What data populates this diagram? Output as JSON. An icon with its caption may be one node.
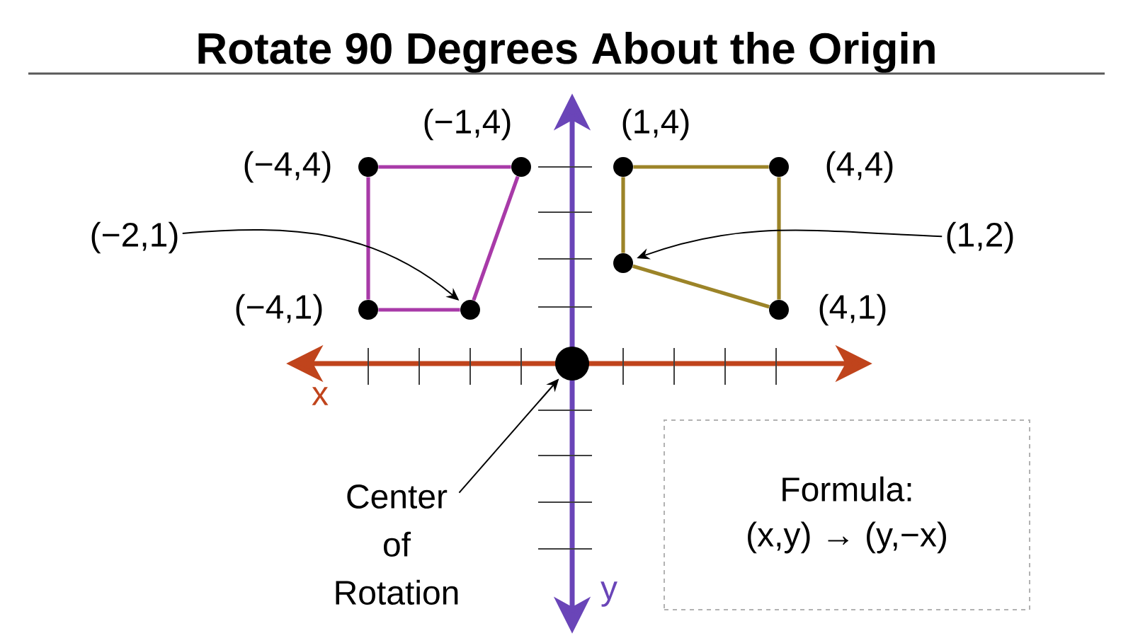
{
  "diagram": {
    "title": "Rotate 90 Degrees About the Origin",
    "nodes": [
      {
        "text": [],
        "shape": "circle",
        "beside": [
          "(−4,4)"
        ]
      },
      {
        "text": [],
        "shape": "circle",
        "beside": [
          "(−1,4)"
        ]
      },
      {
        "text": [],
        "shape": "circle"
      },
      {
        "text": [],
        "shape": "circle",
        "beside": [
          "(−4,1)"
        ]
      },
      {
        "text": [],
        "shape": "circle",
        "beside": [
          "(1,4)"
        ]
      },
      {
        "text": [],
        "shape": "circle",
        "beside": [
          "(4,4)"
        ]
      },
      {
        "text": [],
        "shape": "circle"
      },
      {
        "text": [],
        "shape": "circle",
        "beside": [
          "(4,1)"
        ]
      },
      {
        "text": [
          "(−2,1)"
        ]
      },
      {
        "text": [
          "(1,2)"
        ]
      },
      {
        "text": [],
        "shape": "circle"
      },
      {
        "text": [
          "Center of Rotation"
        ]
      },
      {
        "text": [
          "Formula:",
          "(x,y) → (y,−x)"
        ]
      }
    ],
    "edges": [
      {
        "from": 0,
        "to": 1,
        "arrow": "none",
        "color": "#a83aa8"
      },
      {
        "from": 1,
        "to": 2,
        "arrow": "none",
        "color": "#a83aa8"
      },
      {
        "from": 2,
        "to": 3,
        "arrow": "none",
        "color": "#a83aa8"
      },
      {
        "from": 3,
        "to": 0,
        "arrow": "none",
        "color": "#a83aa8"
      },
      {
        "from": 4,
        "to": 5,
        "arrow": "none",
        "color": "#9c8428"
      },
      {
        "from": 5,
        "to": 7,
        "arrow": "none",
        "color": "#9c8428"
      },
      {
        "from": 7,
        "to": 6,
        "arrow": "none",
        "color": "#9c8428"
      },
      {
        "from": 6,
        "to": 4,
        "arrow": "none",
        "color": "#9c8428"
      },
      {
        "from": 8,
        "to": 2,
        "arrow": "to",
        "color": "#000000"
      },
      {
        "from": 9,
        "to": 6,
        "arrow": "to",
        "color": "#000000"
      },
      {
        "from": 11,
        "to": 10,
        "arrow": "to",
        "color": "#000000"
      }
    ],
    "labels": [
      "x",
      "y"
    ]
  }
}
